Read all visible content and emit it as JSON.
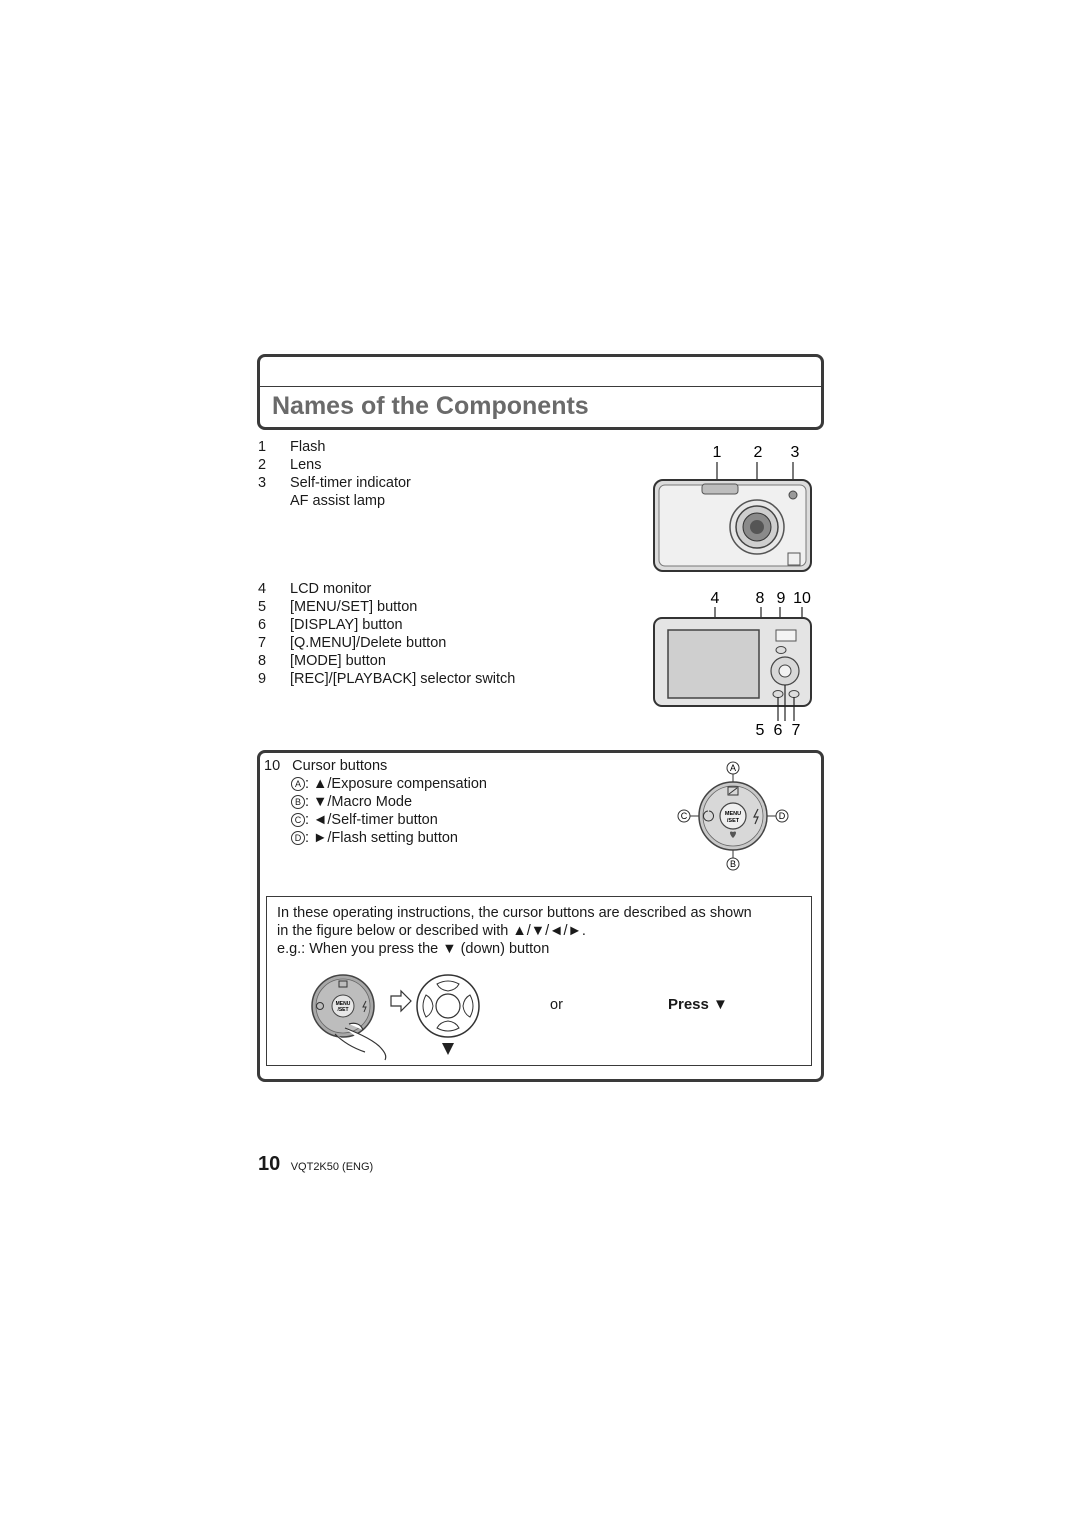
{
  "title": "Names of the Components",
  "components_a": [
    {
      "num": "1",
      "label": "Flash"
    },
    {
      "num": "2",
      "label": "Lens"
    },
    {
      "num": "3",
      "label": "Self-timer indicator"
    },
    {
      "num": "",
      "label": "AF assist lamp"
    }
  ],
  "components_b": [
    {
      "num": "4",
      "label": "LCD monitor"
    },
    {
      "num": "5",
      "label": "[MENU/SET] button"
    },
    {
      "num": "6",
      "label": "[DISPLAY] button"
    },
    {
      "num": "7",
      "label": "[Q.MENU]/Delete button"
    },
    {
      "num": "8",
      "label": "[MODE] button"
    },
    {
      "num": "9",
      "label": "[REC]/[PLAYBACK] selector switch"
    }
  ],
  "front_callouts": [
    "1",
    "2",
    "3"
  ],
  "back_callouts_top": [
    "4",
    "8",
    "9",
    "10"
  ],
  "back_callouts_bottom": [
    "5",
    "6",
    "7"
  ],
  "cursor": {
    "num": "10",
    "heading": "Cursor buttons",
    "items": [
      {
        "letter": "A",
        "text": ": ▲/Exposure compensation"
      },
      {
        "letter": "B",
        "text": ": ▼/Macro Mode"
      },
      {
        "letter": "C",
        "text": ": ◄/Self-timer button"
      },
      {
        "letter": "D",
        "text": ": ►/Flash setting button"
      }
    ],
    "diagram_letters": {
      "top": "A",
      "bottom": "B",
      "left": "C",
      "right": "D"
    },
    "center_label_1": "MENU",
    "center_label_2": "/SET"
  },
  "note": {
    "line1": "In these operating instructions, the cursor buttons are described as shown",
    "line2": "in the figure below or described with ▲/▼/◄/►.",
    "line3": "e.g.: When you press the ▼ (down) button",
    "or_text": "or",
    "press_text": "Press ▼"
  },
  "footer": {
    "page": "10",
    "code": "VQT2K50 (ENG)"
  }
}
